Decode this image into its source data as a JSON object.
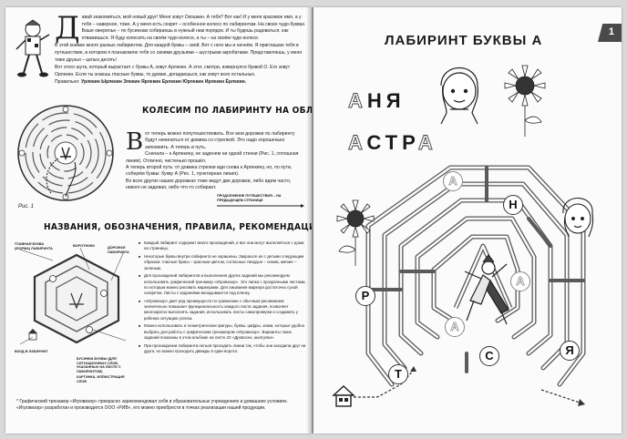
{
  "left_page": {
    "dropcap": "Д",
    "intro_paragraphs": [
      "авай знакомиться, мой новый друг! Меня зовут Окошкин. А тебя? Вот как! И у меня красивое имя, а у тебя – наверное, тоже. А у меня есть секрет – особенное колесо по лабиринтам. На своих чудо-буквах. Ваше ожерелье – по бусинкам собираешь в нужный нам порядок. И ты будешь радоваться, как отважишься. Я буду колесить на своём чудо-колесе, а ты – на своём чудо-колесе.",
      "В этой книжке много разных лабиринтов. Для каждой буквы – свой. Вот с него мы и начнём. Я приглашаю тебя в путешествие, в котором я познакомлю тебя со своими друзьями – шустрыми акробатами. Представляешь, у меня тоже друзья – целых десять!",
      "Вот этого шута, который вырастает с буквы А, зовут Арлекин. А этот, смотри, извернулся буквой О. Его зовут Орлекин. Если ты знаешь гласные буквы, то думаю, догадаешься, как зовут всех остальных.",
      "Правильно:"
    ],
    "names": "Урлекин Ырлекин Элекин Ярлекин Ерлекин Юрлекин Ирлекин Ёрлекин.",
    "section1_title": "КОЛЕСИМ ПО ЛАБИРИНТУ НА ОБЛОЖКЕ",
    "section1_dropcap": "В",
    "section1_text": [
      "от теперь можно попутешествовать. Все мои дорожки по лабиринту будут начинаться от домика со стрелкой. Это надо хорошенько запомнить. А теперь в путь.",
      "Сначала – к Арлекину, не заденем ни одной стенки (Рис. 1, сплошная линия). Отлично, чистенько прошёл.",
      "А теперь второй путь: от домика стрелки иди снова к Арлекину, но, по пути, соберём буквы: букву А (Рис. 1, пунктирная линия).",
      "Во всех других наших дорожках тоже ведут две дорожки, либо идем часто, никого не задевая, либо что-то собирает."
    ],
    "fig_caption": "Рис. 1",
    "continue_label": "ПРОДОЛЖЕНИЕ ПУТЕШЕСТВИЯ – НА ПРЕДЫДУЩЕМ СТРАНИЦЕ",
    "section2_title": "НАЗВАНИЯ, ОБОЗНАЧЕНИЯ, ПРАВИЛА, РЕКОМЕНДАЦИИ",
    "diagram_labels": {
      "main_letter": "ГЛАВНАЯ БУКВА (ФОРМА) ЛАБИРИНТА",
      "gates": "ВОРОТНИКИ",
      "paths": "ДОРОЖКИ ЛАБИРИНТА",
      "entrance": "ВХОД В ЛАБИРИНТ",
      "beads": "БУСИНКИ-БУКВЫ (ДЛЯ СИТУАЦИОННЫХ СЛОВ, УКАЗАННЫХ НА ЛИСТЕ С ЛАБИРИНТОМ)",
      "picture": "КАРТИНКА, ИЛЛЮСТРАЦИЯ СЛОВ"
    },
    "bullets": [
      "Каждый лабиринт содержит много прохождений, и все они могут выполняться с дома на страницы.",
      "Некоторые буквы внутри лабиринта не окрашены. Закрасьте их с детьми следующим образом: гласные буквы – красным цветом, согласные твердые – синим, мягкие – зеленым.",
      "Для прохождений лабиринтов и выполнения других заданий мы рекомендуем использовать графический тренажер «Игровизор». Это папка с прозрачными листами, по которым можно рисовать маркерами. Для смывания маркера достаточно сухой салфетки. Листы с заданиями вкладываются под пленку.",
      "«Игровизор» дает ряд преимуществ по сравнению с обычным рисованием: значительно повышает функциональность каждого листа задания, позволяет многократно выполнять задания, использовать листы самопроверки и создавать у ребенка ситуацию успеха.",
      "Можно использовать и геометрические фигуры, буквы, цифры, знаки, которые удобно выбрать для работы с графическим тренажером «Игровизор». Варианты таких заданий показаны в этом альбоме на листе 22 «Дровосек, шкатулки».",
      "При прохождении лабиринта нельзя проходить линии так, чтобы они заходили друг на друга, но можно проходить дважды в одни ворота."
    ],
    "footnote": "* Графический тренажер «Игровизор» прекрасно зарекомендовал себя в образовательных учреждениях и домашних условиях. «Игровизор» разработан и производится ООО «РИВ», его можно приобрести в точках реализации нашей продукции."
  },
  "right_page": {
    "page_number": "1",
    "title": "ЛАБИРИНТ БУКВЫ А",
    "words": [
      {
        "outline_letter": "А",
        "rest": "НЯ"
      },
      {
        "outline_letter": "А",
        "rest_bold": "СТР",
        "tail_outline": "А"
      }
    ],
    "bead_letters": [
      {
        "letter": "Н",
        "ghost": false
      },
      {
        "letter": "А",
        "ghost": true
      },
      {
        "letter": "А",
        "ghost": true
      },
      {
        "letter": "Р",
        "ghost": false
      },
      {
        "letter": "С",
        "ghost": false
      },
      {
        "letter": "Я",
        "ghost": false
      },
      {
        "letter": "Т",
        "ghost": false
      },
      {
        "letter": "А",
        "ghost": true
      }
    ]
  }
}
